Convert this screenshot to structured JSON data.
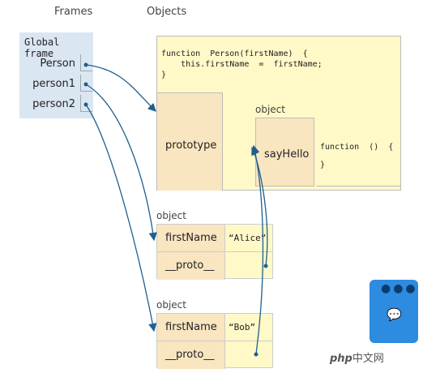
{
  "headers": {
    "frames": "Frames",
    "objects": "Objects"
  },
  "global_frame": {
    "title": "Global frame",
    "vars": [
      "Person",
      "person1",
      "person2"
    ]
  },
  "person_function": {
    "code_line1": "function  Person(firstName)  {",
    "code_line2": "    this.firstName  =  firstName;",
    "code_line3": "}",
    "prototype_label": "prototype",
    "proto_object_label": "object",
    "say_hello_label": "sayHello",
    "say_hello_code1": "function  ()  {",
    "say_hello_code2": "}"
  },
  "alice": {
    "label": "object",
    "key1": "firstName",
    "val1": "“Alice”",
    "key2": "__proto__"
  },
  "bob": {
    "label": "object",
    "key1": "firstName",
    "val1": "“Bob”",
    "key2": "__proto__"
  },
  "watermark": {
    "logo_text": "中文网",
    "logo_prefix": "php"
  },
  "colors": {
    "frame_bg": "#dbe6f3",
    "object_bg": "#fff9c8",
    "key_bg": "#f9e5c0",
    "arrow": "#1f5f8b",
    "widget": "#2d8be0"
  }
}
